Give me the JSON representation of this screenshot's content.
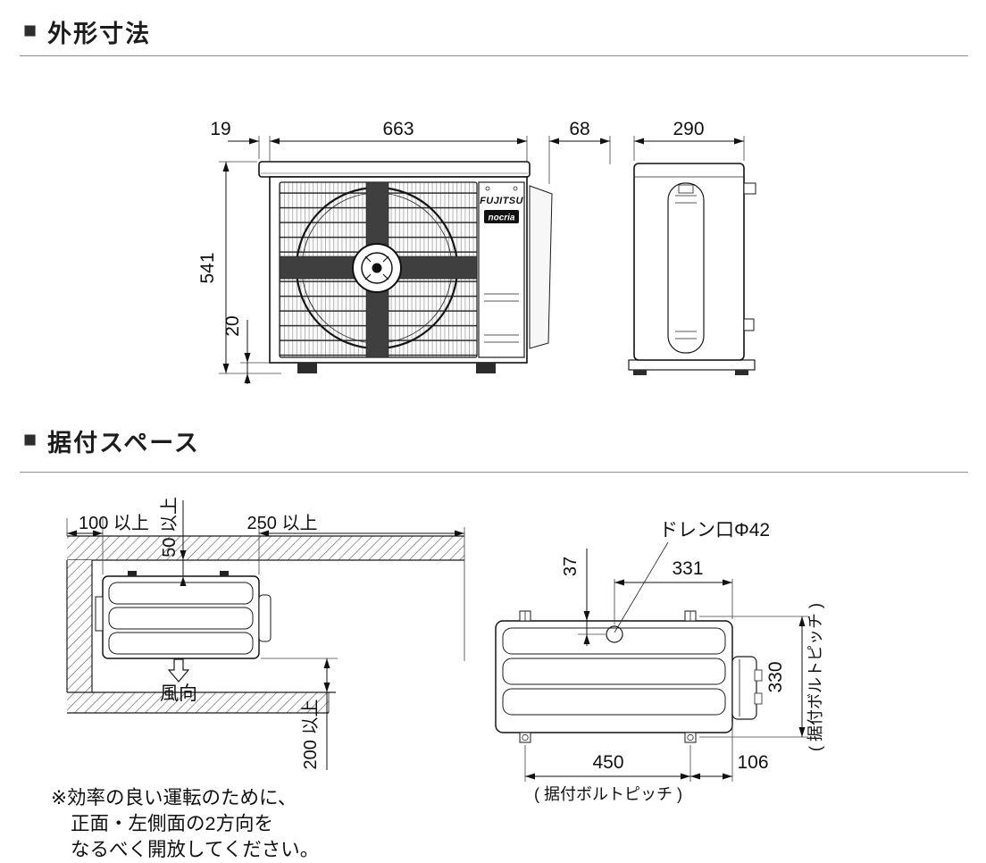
{
  "page": {
    "marker": "■",
    "section1_title": "外形寸法",
    "section2_title": "据付スペース"
  },
  "outline": {
    "dim_top_left": "19",
    "dim_width": "663",
    "dim_gap": "68",
    "dim_depth": "290",
    "dim_height": "541",
    "dim_base_height": "20",
    "brand": "FUJITSU",
    "model_badge": "nocria"
  },
  "install_left": {
    "clearance_left": "100 以上",
    "clearance_top": "50 以上",
    "clearance_right": "250 以上",
    "clearance_front": "200 以上",
    "airflow_label": "風向"
  },
  "install_right": {
    "drain_label": "ドレン口Φ42",
    "dim_drain_to_edge": "331",
    "dim_drain_offset": "37",
    "dim_bolt_pitch_depth": "330",
    "dim_bolt_pitch_width": "450",
    "dim_bolt_to_edge": "106",
    "bolt_pitch_label_right": "( 据付ボルトピッチ )",
    "bolt_pitch_label_bottom": "( 据付ボルトピッチ )"
  },
  "note": {
    "line1": "※効率の良い運転のために、",
    "line2": "正面・左側面の2方向を",
    "line3": "なるべく開放してください。"
  }
}
